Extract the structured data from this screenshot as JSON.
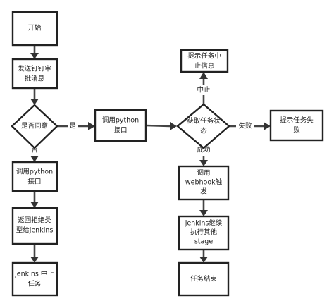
{
  "nodes": {
    "start": "开始",
    "send_dingtalk_1": "发送钉钉审",
    "send_dingtalk_2": "批消息",
    "agree_decision": "是否同意",
    "call_python_yes_1": "调用python",
    "call_python_yes_2": "接口",
    "call_python_no_1": "调用python",
    "call_python_no_2": "接口",
    "return_reject_1": "返回拒绝类",
    "return_reject_2": "型给jenkins",
    "jenkins_abort_1": "jenkins 中止",
    "jenkins_abort_2": "任务",
    "get_status_1": "获取任务状",
    "get_status_2": "态",
    "prompt_abort_1": "提示任务中",
    "prompt_abort_2": "止信息",
    "prompt_fail_1": "提示任务失",
    "prompt_fail_2": "败",
    "call_webhook_1": "调用",
    "call_webhook_2": "webhook触",
    "call_webhook_3": "发",
    "jenkins_continue_1": "jenkins继续",
    "jenkins_continue_2": "执行其他",
    "jenkins_continue_3": "stage",
    "task_end": "任务结束"
  },
  "edges": {
    "yes": "是",
    "no": "否",
    "abort": "中止",
    "fail": "失败",
    "success": "成功"
  }
}
